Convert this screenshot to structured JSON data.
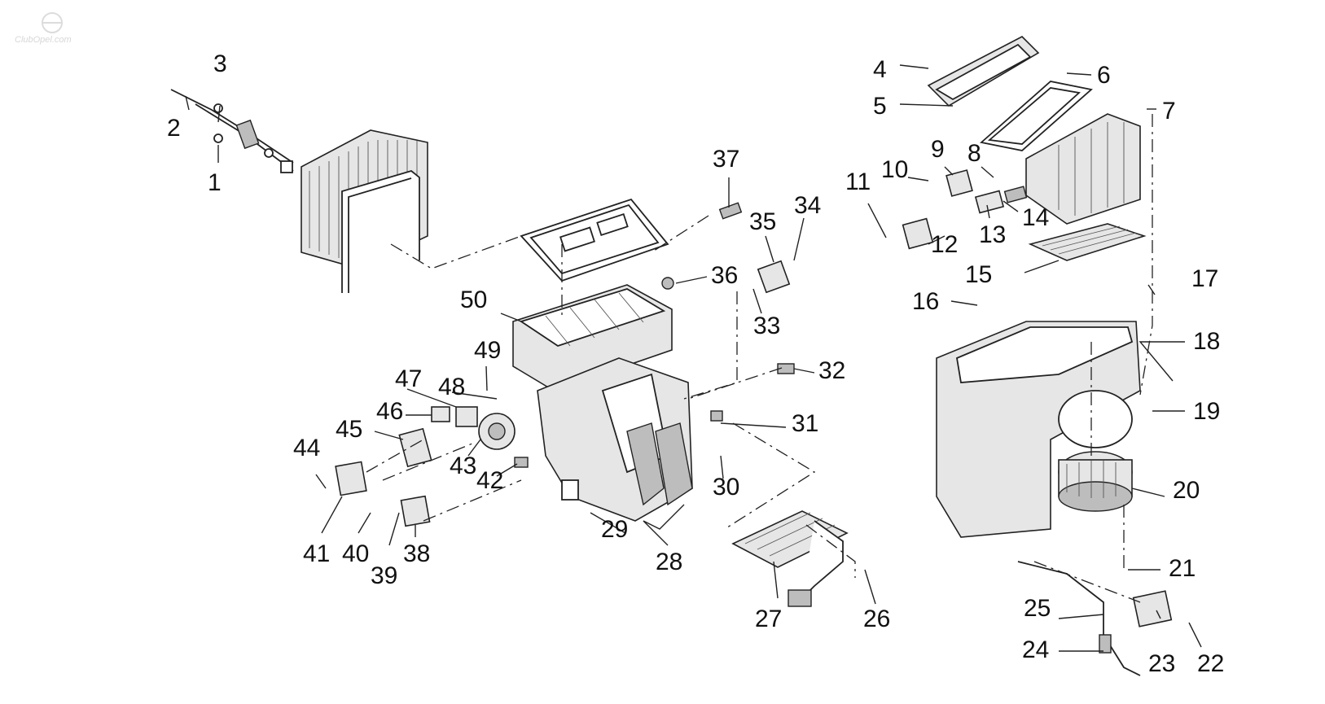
{
  "watermark": "ClubOpel.com",
  "labels": [
    "1",
    "2",
    "3",
    "4",
    "5",
    "6",
    "7",
    "8",
    "9",
    "10",
    "11",
    "12",
    "13",
    "14",
    "15",
    "16",
    "17",
    "18",
    "19",
    "20",
    "21",
    "22",
    "23",
    "24",
    "25",
    "26",
    "27",
    "28",
    "29",
    "30",
    "31",
    "32",
    "33",
    "34",
    "35",
    "36",
    "37",
    "38",
    "39",
    "40",
    "41",
    "42",
    "43",
    "44",
    "45",
    "46",
    "47",
    "48",
    "49",
    "50"
  ]
}
